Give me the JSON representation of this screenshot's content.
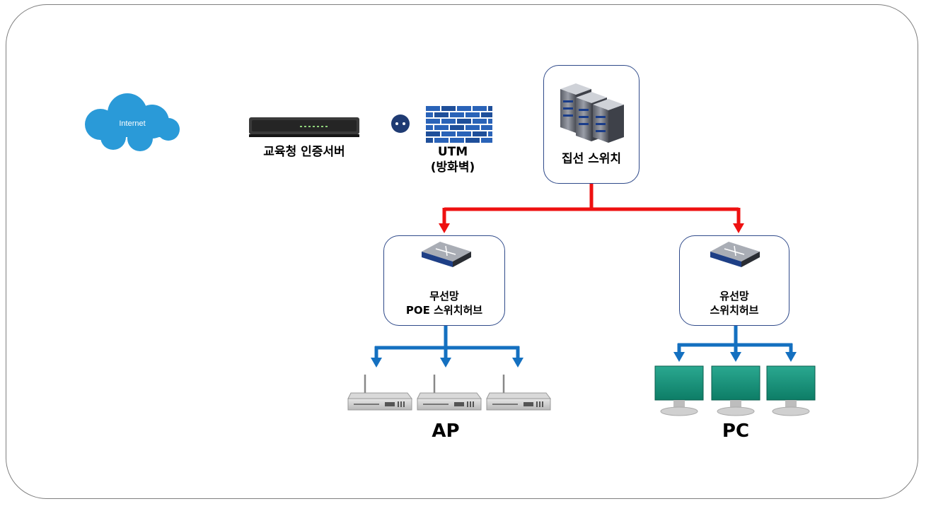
{
  "internet": {
    "label": "Internet"
  },
  "auth_server": {
    "label": "교육청 인증서버"
  },
  "utm": {
    "line1": "UTM",
    "line2": "(방화벽)"
  },
  "core_switch": {
    "label": "집선 스위치"
  },
  "wireless_hub": {
    "line1": "무선망",
    "line2": "POE 스위치허브"
  },
  "wired_hub": {
    "line1": "유선망",
    "line2": "스위치허브"
  },
  "ap_group": {
    "label": "AP"
  },
  "pc_group": {
    "label": "PC"
  },
  "colors": {
    "uplink": "#ee1111",
    "downlink": "#1470c0",
    "box_border": "#2f4a8a",
    "cloud": "#2a9ad8"
  }
}
